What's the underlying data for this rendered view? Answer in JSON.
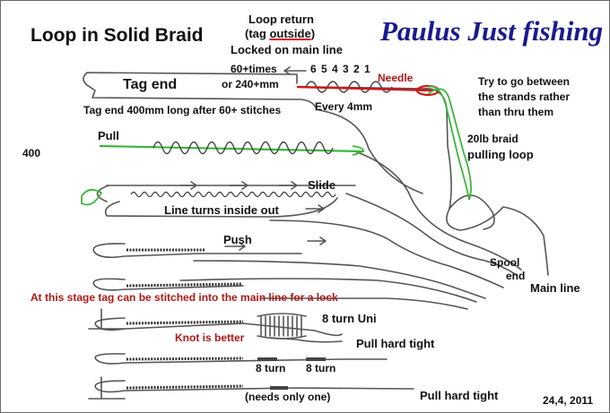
{
  "title": "Loop in Solid Braid",
  "brand": "Paulus Just fishing",
  "loop_return": {
    "line1": "Loop return",
    "line2_open": "(tag ",
    "line2_emph": "outside",
    "line2_close": ")",
    "line3": "Locked on main line"
  },
  "stitch_counter": {
    "times": "60+times",
    "length": "or 240+mm",
    "numbers": "6 5 4 3 2 1",
    "spacing": "Every 4mm"
  },
  "labels": {
    "needle": "Needle",
    "tag_end": "Tag end",
    "tag_note": "Tag end 400mm long after 60+ stitches",
    "try_between": [
      "Try to go between",
      "the strands rather",
      "than thru them"
    ],
    "side_number": "400",
    "pull": "Pull",
    "pulling_loop": [
      "20lb braid",
      "pulling loop"
    ],
    "slide": "Slide",
    "inside_out": "Line turns inside out",
    "push": "Push",
    "spool_end": [
      "Spool",
      "end"
    ],
    "main_line": "Main line",
    "lock_note": "At this stage tag can be stitched into the main line for a lock",
    "uni": "8 turn Uni",
    "knot_better": "Knot is better",
    "pull_hard_1": "Pull hard tight",
    "eight_turn_a": "8 turn",
    "eight_turn_b": "8 turn",
    "needs_one": "(needs only one)",
    "pull_hard_2": "Pull hard tight",
    "date": "24,4, 2011"
  },
  "colors": {
    "line": "#555555",
    "needle": "#cc1a1a",
    "pull_loop": "#3cb53c",
    "brand": "#1a1a8c",
    "note": "#b01818"
  }
}
